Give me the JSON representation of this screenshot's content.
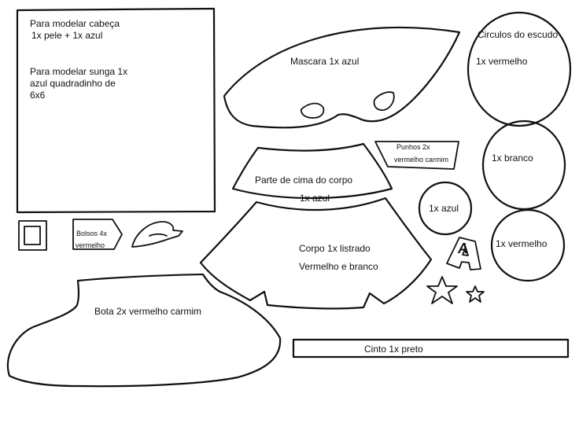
{
  "notes": {
    "head_line1": "Para modelar cabeça",
    "head_line2": "1x pele + 1x azul",
    "trunks_line1": "Para modelar sunga 1x",
    "trunks_line2": "azul quadradinho de",
    "trunks_line3": "6x6"
  },
  "pieces": {
    "mask": "Mascara 1x azul",
    "shield_title": "Circulos do escudo",
    "shield_red_1": "1x vermelho",
    "cuffs_line1": "Punhos 2x",
    "cuffs_line2": "vermelho carmim",
    "upper_body_line1": "Parte de cima do corpo",
    "upper_body_line2": "1x azul",
    "white_circle": "1x branco",
    "blue_circle": "1x azul",
    "red_circle_2": "1x vermelho",
    "pockets_line1": "Bolsos 4x",
    "pockets_line2": "vermelho",
    "body_line1": "Corpo 1x listrado",
    "body_line2": "Vermelho e branco",
    "letter": "A",
    "boot": "Bota 2x vermelho carmim",
    "belt": "Cinto 1x preto"
  },
  "colors": {
    "ink": "#111111",
    "paper": "#ffffff"
  }
}
